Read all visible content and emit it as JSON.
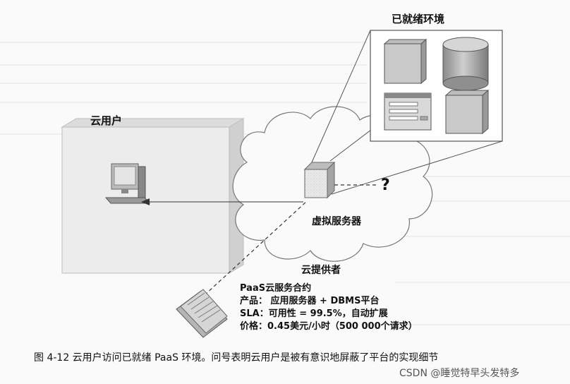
{
  "figure": {
    "ready_env_title": "已就绪环境",
    "cloud_user_label": "云用户",
    "virtual_server_label": "虚拟服务器",
    "cloud_provider_label": "云提供者",
    "question_mark": "?",
    "contract": {
      "title": "PaaS云服务合约",
      "product": "产品：  应用服务器 + DBMS平台",
      "sla": "SLA：可用性 = 99.5%，自动扩展",
      "price": "价格：0.45美元/小时（500 000个请求）"
    },
    "caption": "图 4-12    云用户访问已就绪 PaaS 环境。问号表明云用户是被有意识地屏蔽了平台的实现细节",
    "watermark": "CSDN @睡觉特早头发特多"
  }
}
